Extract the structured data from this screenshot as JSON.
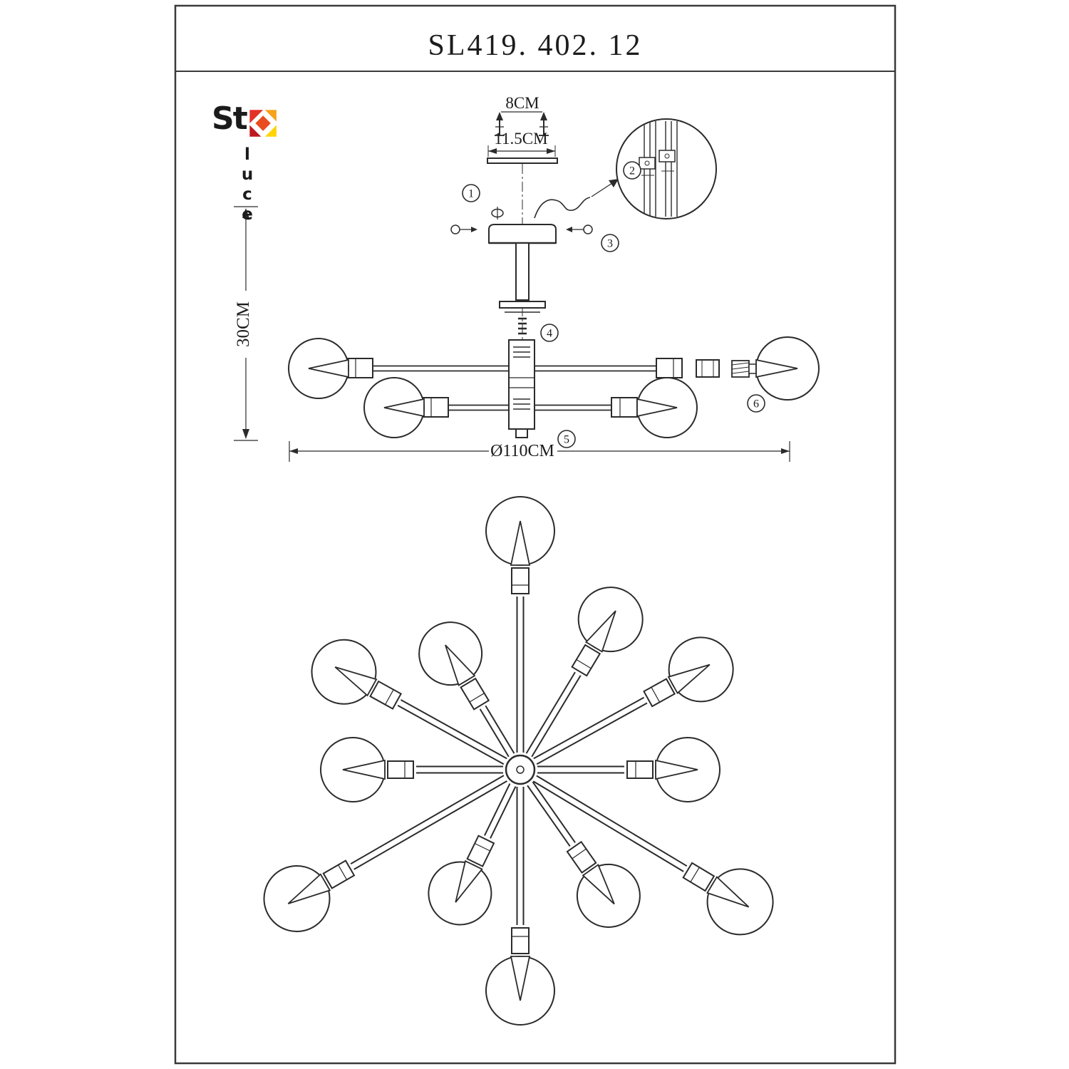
{
  "title": {
    "code": "SL419. 402. 12"
  },
  "logo": {
    "st": "St",
    "luce": "luce"
  },
  "dimensions": {
    "screw_pitch": "8CM",
    "canopy_width": "11.5CM",
    "drop_height": "30CM",
    "diameter": "Ø110CM"
  },
  "callouts": {
    "c1": "1",
    "c2": "2",
    "c3": "3",
    "c4": "4",
    "c5": "5",
    "c6": "6"
  },
  "colors": {
    "line": "#2b2b2b",
    "logo_red": "#e23128",
    "logo_dark_red": "#bc1a1f",
    "logo_orange": "#f6a21a",
    "logo_yellow": "#ffd400"
  }
}
